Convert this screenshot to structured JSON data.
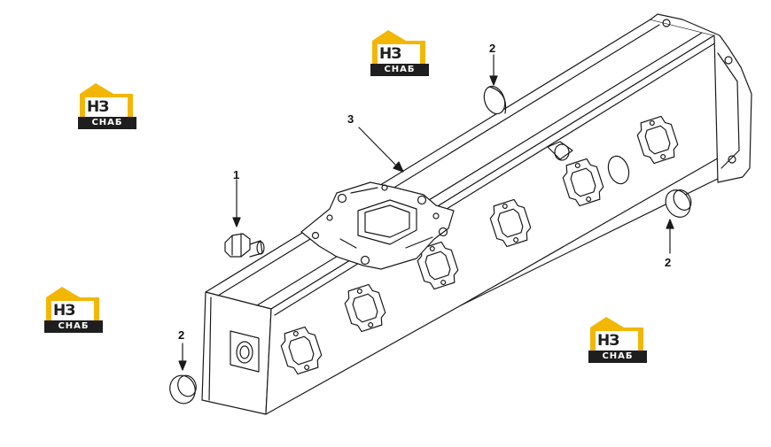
{
  "callouts": {
    "part_1": "1",
    "part_2_top": "2",
    "part_2_right": "2",
    "part_2_bottom": "2",
    "part_3": "3"
  },
  "watermark": {
    "mark": "НЗ",
    "brand": "СНАБ",
    "colors": {
      "accent": "#f2b705",
      "dark": "#1e1e1e"
    }
  }
}
